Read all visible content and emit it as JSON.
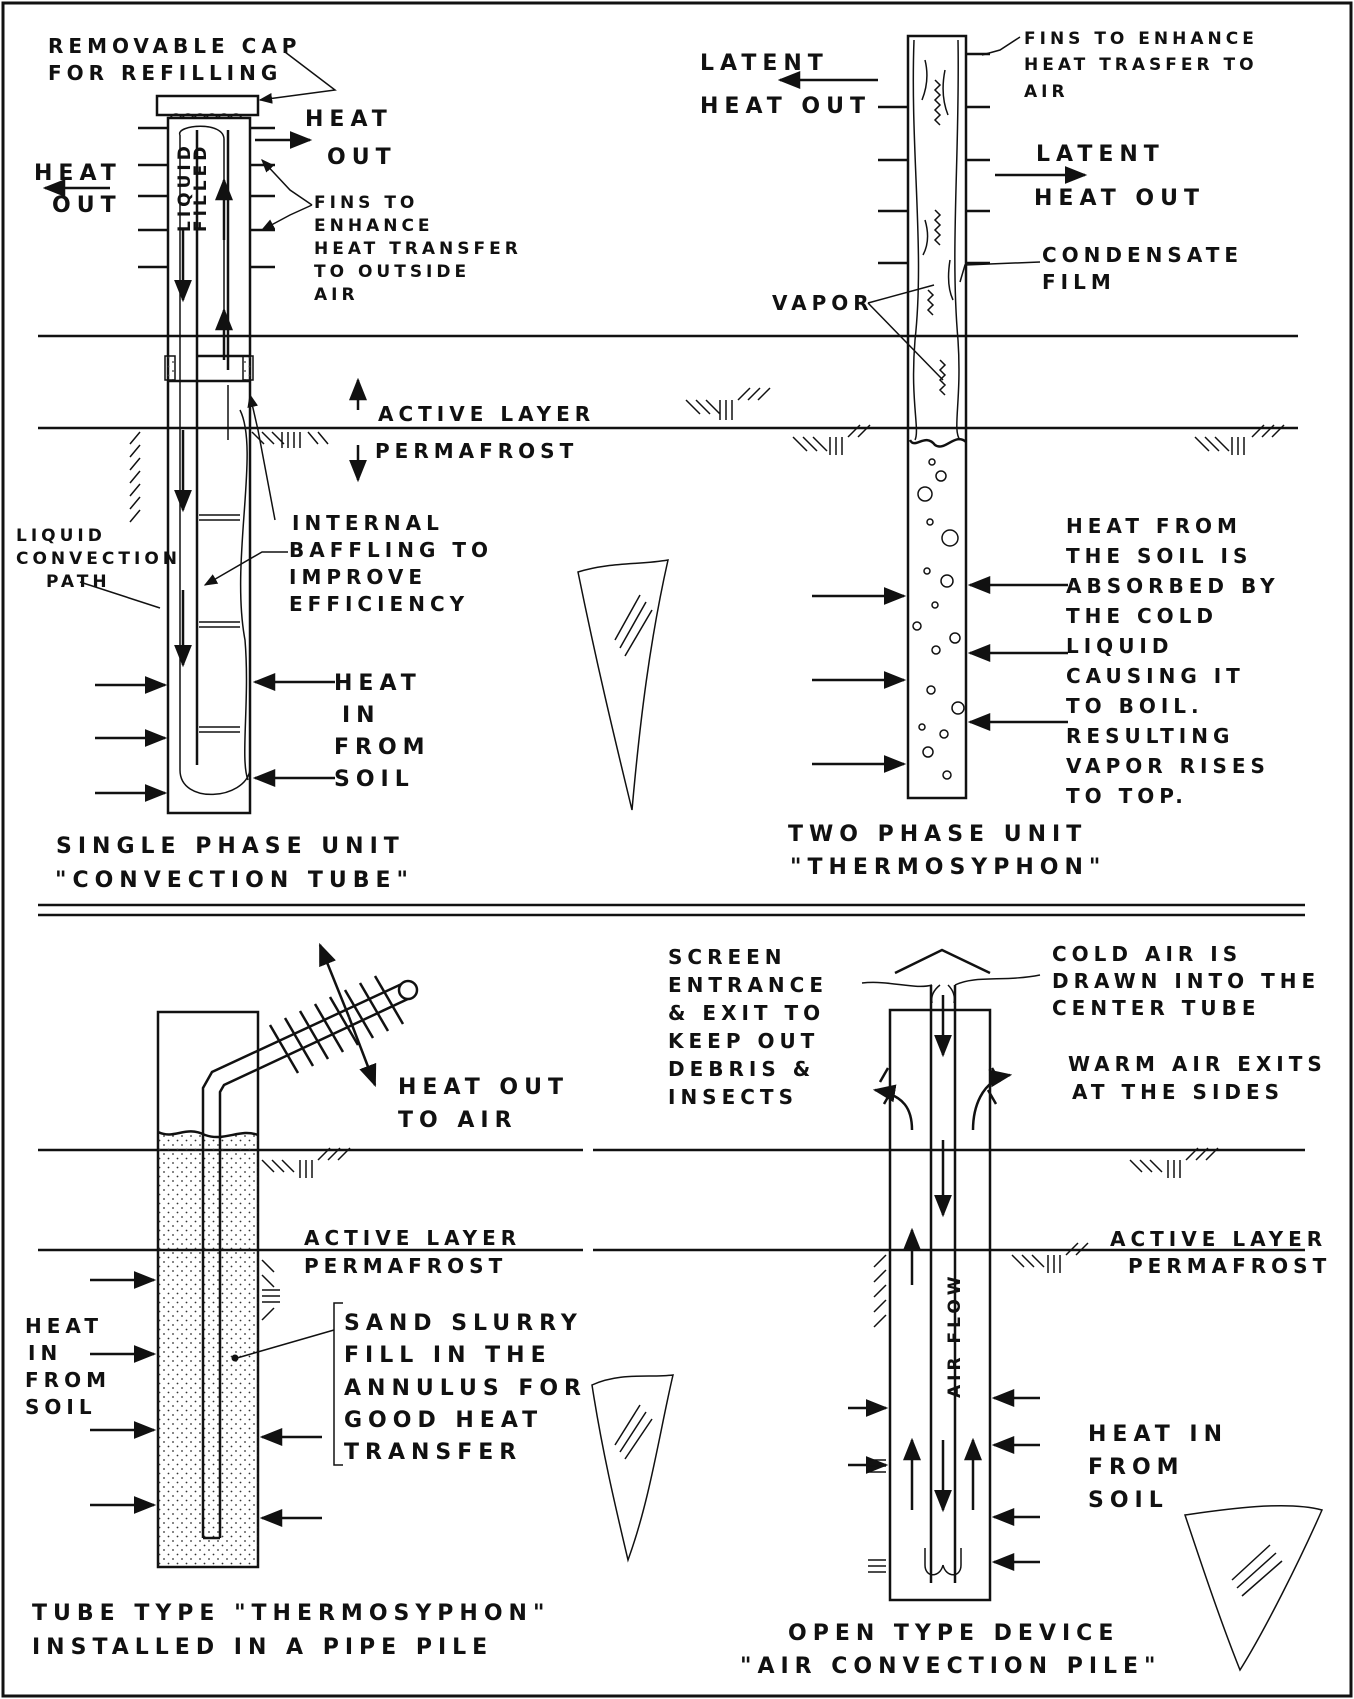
{
  "panels": {
    "single_phase": {
      "cap_label": [
        "REMOVABLE CAP",
        "FOR REFILLING"
      ],
      "heat_out_left": [
        "HEAT",
        "OUT"
      ],
      "heat_out_right": [
        "HEAT",
        "OUT"
      ],
      "liquid_filled": [
        "LIQUID",
        "FILLED"
      ],
      "fins_label": [
        "FINS TO",
        "ENHANCE",
        "HEAT TRANSFER",
        "TO OUTSIDE",
        "AIR"
      ],
      "active_layer": "ACTIVE LAYER",
      "permafrost": "PERMAFROST",
      "convection_path": [
        "LIQUID",
        "CONVECTION",
        "PATH"
      ],
      "baffling": [
        "INTERNAL",
        "BAFFLING TO",
        "IMPROVE",
        "EFFICIENCY"
      ],
      "heat_in": [
        "HEAT",
        "IN",
        "FROM",
        "SOIL"
      ],
      "caption": [
        "SINGLE PHASE UNIT",
        "\"CONVECTION TUBE\""
      ]
    },
    "two_phase": {
      "latent_left": [
        "LATENT",
        "HEAT OUT"
      ],
      "fins_label": [
        "FINS TO ENHANCE",
        "HEAT TRASFER TO",
        "AIR"
      ],
      "latent_right": [
        "LATENT",
        "HEAT OUT"
      ],
      "condensate": [
        "CONDENSATE",
        "FILM"
      ],
      "vapor": "VAPOR",
      "description": [
        "HEAT FROM",
        "THE SOIL IS",
        "ABSORBED BY",
        "THE COLD",
        "LIQUID",
        "CAUSING IT",
        "TO BOIL.",
        "RESULTING",
        "VAPOR RISES",
        "TO TOP."
      ],
      "caption": [
        "TWO PHASE UNIT",
        "\"THERMOSYPHON\""
      ]
    },
    "tube_type": {
      "heat_out": [
        "HEAT OUT",
        "TO AIR"
      ],
      "active_layer": "ACTIVE LAYER",
      "permafrost": "PERMAFROST",
      "heat_in": [
        "HEAT",
        "IN",
        "FROM",
        "SOIL"
      ],
      "slurry": [
        "SAND SLURRY",
        "FILL IN THE",
        "ANNULUS FOR",
        "GOOD HEAT",
        "TRANSFER"
      ],
      "caption": [
        "TUBE TYPE \"THERMOSYPHON\"",
        "INSTALLED IN A PIPE PILE"
      ]
    },
    "open_type": {
      "screen": [
        "SCREEN",
        "ENTRANCE",
        "& EXIT TO",
        "KEEP OUT",
        "DEBRIS &",
        "INSECTS"
      ],
      "cold_air": [
        "COLD AIR IS",
        "DRAWN INTO THE",
        "CENTER TUBE"
      ],
      "warm_air": [
        "WARM AIR EXITS",
        "AT THE SIDES"
      ],
      "active_layer": "ACTIVE LAYER",
      "permafrost": "PERMAFROST",
      "air_flow": "AIR FLOW",
      "heat_in": [
        "HEAT IN",
        "FROM",
        "SOIL"
      ],
      "caption": [
        "OPEN TYPE DEVICE",
        "\"AIR CONVECTION PILE\""
      ]
    }
  }
}
